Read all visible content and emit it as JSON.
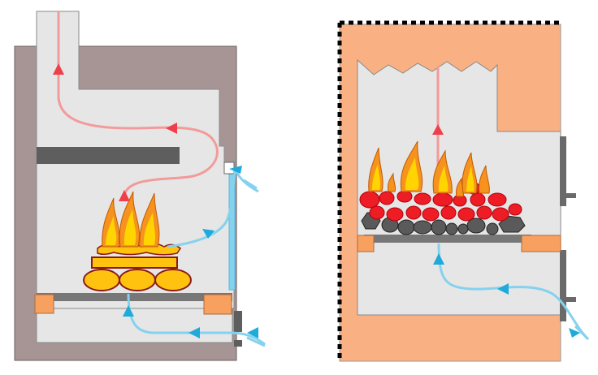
{
  "diagram": {
    "colors": {
      "brick": "#a79595",
      "brick_stroke": "#6f6060",
      "interior": "#e6e6e6",
      "interior_stroke": "#8a8a8a",
      "shelf": "#5e5e5e",
      "grate": "#777777",
      "orange_block": "#f7a060",
      "stove_body": "#f9b083",
      "stove_stroke": "#9a9a9a",
      "hot_flow": "#f39a9a",
      "hot_arrow": "#ee3f4a",
      "cold_flow": "#84d2ee",
      "cold_arrow": "#1faad9",
      "ember": "#ee1c24",
      "ember_stroke": "#b0000a",
      "coal": "#5a5a5a",
      "log_fill": "#ffc20e",
      "log_stroke": "#8a1a1a",
      "flame_outer": "#f6921e",
      "flame_inner": "#ffd400",
      "insulation_dash": "#000000"
    },
    "panels": [
      {
        "name": "open-fireplace",
        "fuel": "wood-logs"
      },
      {
        "name": "closed-stove",
        "fuel": "coal-bed"
      }
    ]
  }
}
